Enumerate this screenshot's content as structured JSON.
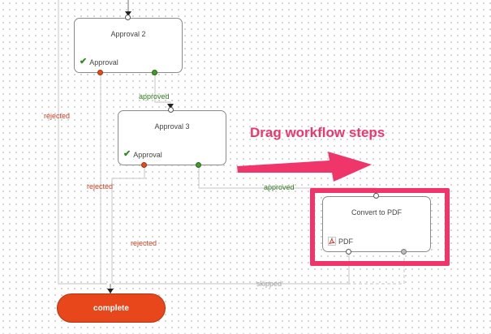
{
  "nodes": {
    "approval2": {
      "title": "Approval 2",
      "type_label": "Approval",
      "type_icon": "checkmark-icon"
    },
    "approval3": {
      "title": "Approval 3",
      "type_label": "Approval",
      "type_icon": "checkmark-icon"
    },
    "convert_pdf": {
      "title": "Convert to PDF",
      "type_label": "PDF",
      "type_icon": "pdf-file-icon"
    }
  },
  "terminal": {
    "label": "complete"
  },
  "edges": {
    "approval2_approved": "approved",
    "approval3_approved": "approved",
    "rejected_left": "rejected",
    "rejected_mid": "rejected",
    "rejected_low": "rejected",
    "pdf_skipped": "skipped"
  },
  "annotation": {
    "callout": "Drag workflow steps"
  },
  "colors": {
    "rejected": "#d23f1f",
    "approved": "#2f7a1c",
    "skipped": "#9e9e9e",
    "terminal": "#e8461b",
    "highlight": "#f0356b"
  }
}
